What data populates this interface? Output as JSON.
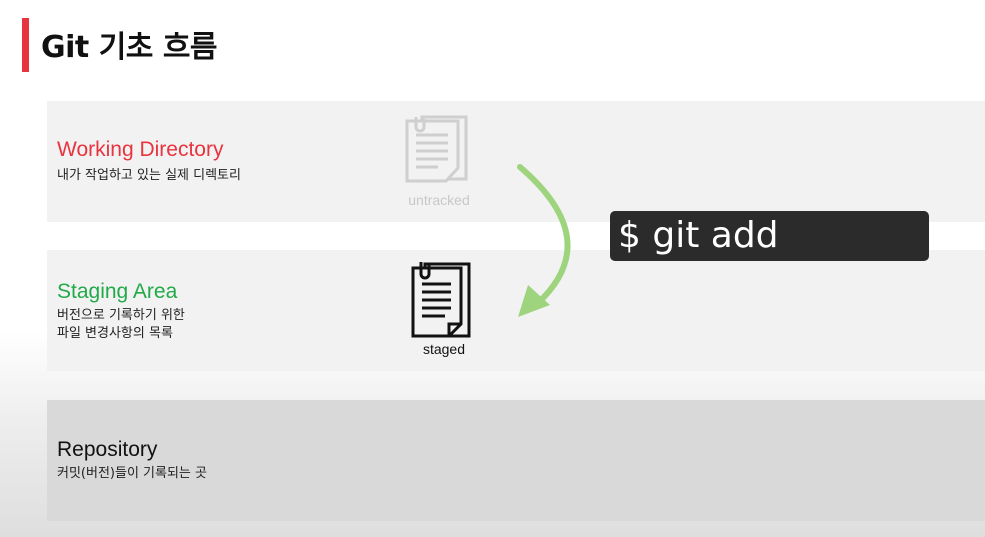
{
  "page": {
    "title": "Git 기초 흐름",
    "accent_color": "#e8343f"
  },
  "stages": [
    {
      "name": "Working Directory",
      "description": "내가 작업하고 있는 실제 디렉토리",
      "color": "#e8343f"
    },
    {
      "name": "Staging Area",
      "description": "버전으로 기록하기 위한\n파일 변경사항의 목록",
      "color": "#22aa4a"
    },
    {
      "name": "Repository",
      "description": "커밋(버전)들이 기록되는 곳",
      "color": "#111111"
    }
  ],
  "files": [
    {
      "label": "untracked",
      "icon": "document-stack-icon",
      "state": "faded"
    },
    {
      "label": "staged",
      "icon": "document-stack-icon",
      "state": "active"
    }
  ],
  "transition": {
    "command": "$ git add",
    "arrow_color": "#9ed47e",
    "icon": "curved-arrow-icon"
  }
}
